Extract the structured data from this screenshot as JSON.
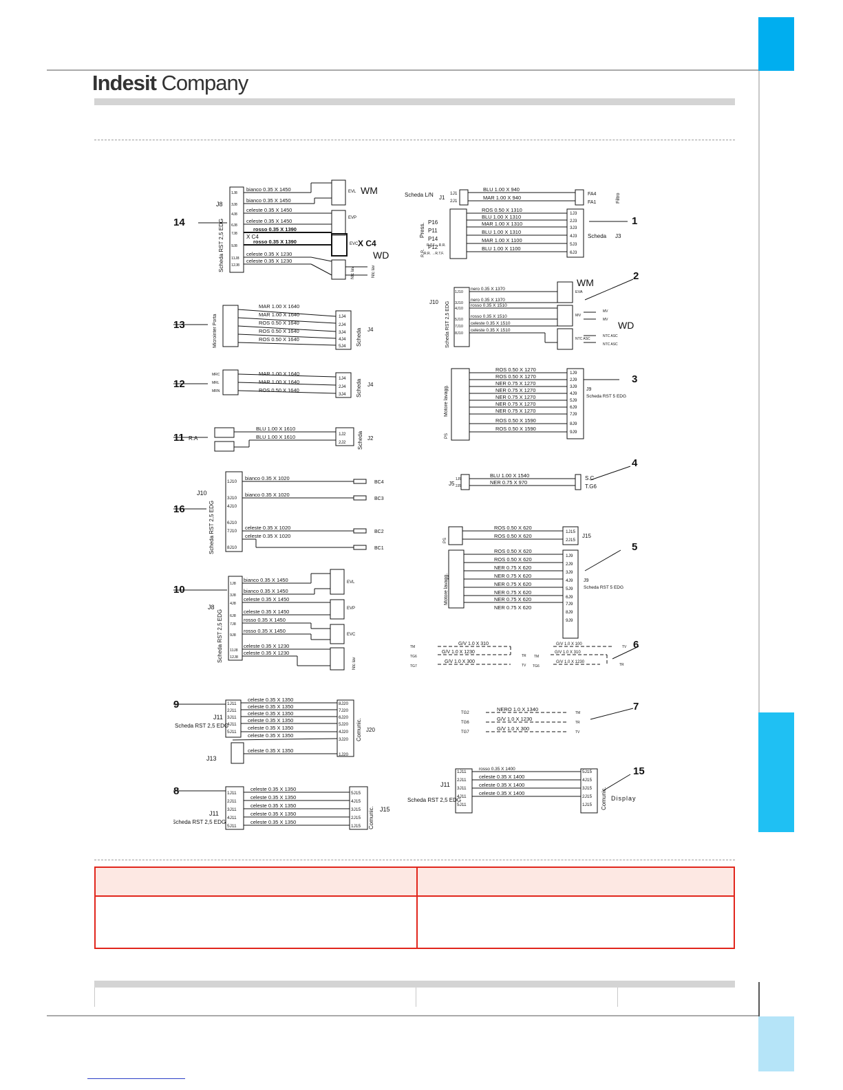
{
  "header": {
    "brand_bold": "Indesit",
    "brand_light": "Company"
  },
  "d14": {
    "num": "14",
    "j": "J8",
    "card": "Scheda RST 2,5 EDG",
    "pins": [
      "1J8",
      "3J8",
      "4J8",
      "6J8",
      "7J8",
      "9J8",
      "11J8",
      "12J8"
    ],
    "wires": [
      "bianco 0.35 X 1450",
      "bianco 0.35 X 1450",
      "celeste 0.35 X 1450",
      "celeste 0.35 X 1450",
      "rosso 0.35 X 1390",
      "rosso 0.35 X 1390",
      "celeste 0.35 X 1230",
      "celeste 0.35 X 1230"
    ],
    "blocks": [
      "EVL",
      "EVP",
      "EVC",
      "Ntc lav"
    ],
    "wm": "WM",
    "wd": "WD",
    "xc4": "X C4",
    "xc4b": "X C4",
    "ntc2": "Ntc lav"
  },
  "d13": {
    "num": "13",
    "src": "Microinter Porta",
    "card": "Scheda",
    "j": "J4",
    "pins": [
      "1J4",
      "2J4",
      "3J4",
      "4J4",
      "5J4"
    ],
    "wires": [
      "MAR 1.00 X 1640",
      "MAR 1.00 X 1640",
      "ROS 0.50 X 1640",
      "ROS 0.50 X 1640",
      "ROS 0.50 X 1640"
    ]
  },
  "d12": {
    "num": "12",
    "src": [
      "MRC",
      "MRL",
      "MRN"
    ],
    "card": "Scheda",
    "j": "J4",
    "pins": [
      "1J4",
      "2J4",
      "3J4"
    ],
    "wires": [
      "MAR 1.00 X 1640",
      "MAR 1.00 X 1640",
      "ROS 0.50 X 1640"
    ]
  },
  "d11": {
    "num": "11",
    "src": "R.A",
    "card": "Scheda",
    "j": "J2",
    "pins": [
      "1J2",
      "2J2"
    ],
    "wires": [
      "BLU 1.00 X 1610",
      "BLU 1.00 X 1610"
    ]
  },
  "d16": {
    "num": "16",
    "j": "J10",
    "card": "Scheda RST 2,5 EDG",
    "pins": [
      "1J10",
      "3J10",
      "4J10",
      "6J10",
      "7J10",
      "8J10"
    ],
    "wires": [
      "bianco 0.35 X 1020",
      "bianco 0.35 X 1020",
      "celeste 0.35 X 1020",
      "celeste 0.35 X 1020"
    ],
    "ends": [
      "BC4",
      "BC3",
      "BC2",
      "BC1"
    ]
  },
  "d10": {
    "num": "10",
    "j": "J8",
    "card": "Scheda RST 2,5 EDG",
    "pins": [
      "1J8",
      "3J8",
      "4J8",
      "6J8",
      "7J8",
      "9J8",
      "11J8",
      "12J8"
    ],
    "wires": [
      "bianco 0.35 X 1450",
      "bianco 0.35 X 1450",
      "celeste 0.35 X 1450",
      "celeste 0.35 X 1450",
      "rosso 0.35 X 1450",
      "rosso 0.35 X 1450",
      "celeste 0.35 X 1230",
      "celeste 0.35 X 1230"
    ],
    "blocks": [
      "EVL",
      "EVP",
      "EVC",
      "Ntc lav"
    ]
  },
  "d9": {
    "num": "9",
    "j": "J11",
    "card": "Scheda RST 2,5 EDG",
    "j2": "J13",
    "dest": "Comunic.",
    "jd": "J20",
    "pins": [
      "1J11",
      "2J11",
      "3J11",
      "4J11",
      "5J11"
    ],
    "wires": [
      "celeste 0.35 X 1350",
      "celeste 0.35 X 1350",
      "celeste 0.35 X 1350",
      "celeste 0.35 X 1350",
      "celeste 0.35 X 1350",
      "celeste 0.35 X 1350",
      "celeste 0.35 X 1350"
    ],
    "dpins": [
      "8J20",
      "7J20",
      "6J20",
      "5J20",
      "4J20",
      "3J20",
      "1J20"
    ]
  },
  "d8": {
    "num": "8",
    "j": "J11",
    "card": "Scheda RST 2,5 EDG",
    "dest": "Comunic.",
    "jd": "J15",
    "pins": [
      "1J11",
      "2J11",
      "3J11",
      "4J11",
      "5J11"
    ],
    "wires": [
      "celeste 0.35 X 1350",
      "celeste 0.35 X 1350",
      "celeste 0.35 X 1350",
      "celeste 0.35 X 1350",
      "celeste 0.35 X 1350"
    ],
    "dpins": [
      "5J15",
      "4J15",
      "3J15",
      "2J15",
      "1J15"
    ]
  },
  "d1": {
    "num": "1",
    "card": "Scheda L/N",
    "j1": "J1",
    "jpins": [
      "1J1",
      "2J1"
    ],
    "fwires": [
      "BLU 1.00 X 940",
      "MAR 1.00 X 940"
    ],
    "fends": [
      "FA4",
      "FA1"
    ],
    "filtro": "Filtro",
    "press": "Press.",
    "rr": "R.R.",
    "srcs": [
      "P16",
      "P11",
      "P14",
      "P12",
      "R.T.F.→R.R.",
      "R.R. →R.T.F."
    ],
    "wires": [
      "ROS 0.50 X 1310",
      "BLU 1.00 X 1310",
      "MAR 1.00 X 1310",
      "BLU 1.00 X 1310",
      "MAR 1.00 X 1100",
      "BLU 1.00 X 1100"
    ],
    "pins": [
      "1J3",
      "2J3",
      "3J3",
      "4J3",
      "5J3",
      "6J3"
    ],
    "dest": "Scheda",
    "jd": "J3"
  },
  "d2": {
    "num": "2",
    "j": "J10",
    "card": "Scheda RST 2,5 EDG",
    "pins": [
      "1J10",
      "3J10",
      "4J10",
      "5J10",
      "7J10",
      "8J10"
    ],
    "wires": [
      "nero 0.35 X 1370",
      "nero 0.35 X 1370",
      "rosso 0.35 X 1510",
      "rosso 0.35 X 1510",
      "celeste 0.35 X 1510",
      "celeste 0.35 X 1510"
    ],
    "blocks": [
      "EVA",
      "MV",
      "NTC ASC"
    ],
    "wm": "WM",
    "wd": "WD",
    "ext": [
      "MV",
      "MV",
      "NTC ASC",
      "NTC ASC"
    ]
  },
  "d3": {
    "num": "3",
    "src1": "Motore lavagg.",
    "src2": "PS",
    "card": "Scheda RST 5 EDG",
    "j": "J9",
    "wires": [
      "ROS 0.50 X 1270",
      "ROS 0.50 X 1270",
      "NER 0.75 X 1270",
      "NER 0.75 X 1270",
      "NER 0.75 X 1270",
      "NER 0.75 X 1270",
      "NER 0.75 X 1270",
      "ROS 0.50 X 1590",
      "ROS 0.50 X 1590"
    ],
    "pins": [
      "1J9",
      "2J9",
      "3J9",
      "4J9",
      "5J9",
      "6J9",
      "7J9",
      "8J9",
      "9J9"
    ]
  },
  "d4": {
    "num": "4",
    "j": "J5",
    "jpins": [
      "1J5",
      "2J5"
    ],
    "wires": [
      "BLU 1.00 X 1540",
      "NER 0.75 X 970"
    ],
    "ends": [
      "S.C",
      "T.G6"
    ]
  },
  "d5": {
    "num": "5",
    "src1": "PS",
    "src2": "Motore lavagg.",
    "j15": "J15",
    "card": "Scheda RST 5 EDG",
    "j": "J9",
    "wires15": [
      "ROS 0.50 X 620",
      "ROS 0.50 X 620"
    ],
    "pins15": [
      "1J15",
      "2J15"
    ],
    "wires": [
      "ROS 0.50 X 620",
      "ROS 0.50 X 620",
      "NER 0.75 X 620",
      "NER 0.75 X 620",
      "NER 0.75 X 620",
      "NER 0.75 X 620",
      "NER 0.75 X 620",
      "NER 0.75 X 620"
    ],
    "pins": [
      "1J9",
      "2J9",
      "3J9",
      "4J9",
      "5J9",
      "6J9",
      "7J9",
      "8J9",
      "9J9"
    ]
  },
  "d6": {
    "num": "6",
    "left": [
      "TM",
      "TG6",
      "TG7"
    ],
    "wires": [
      "G/V 1.0 X 310",
      "G/V 1.0 X 1230",
      "G/V 1.0 X 300"
    ],
    "lends": [
      "TR",
      "TV"
    ],
    "right": [
      "TM",
      "TG6"
    ],
    "rwires": [
      "G/V 1.0 X 100",
      "G/V 1.0 X 310",
      "G/V 1.0 X 1230"
    ],
    "rends": [
      "TV",
      "TR"
    ]
  },
  "d7": {
    "num": "7",
    "srcs": [
      "TG2",
      "TG6",
      "TG7"
    ],
    "wires": [
      "NERO 1.0 X 1340",
      "G/V 1.0 X 1230",
      "G/V 1.0 X 300"
    ],
    "ends": [
      "TM",
      "TR",
      "TV"
    ]
  },
  "d15": {
    "num": "15",
    "j": "J11",
    "card": "Scheda RST 2,5 EDG",
    "dest": "Comunic.",
    "disp": "Display",
    "pins": [
      "1J11",
      "2J11",
      "3J11",
      "4J11",
      "5J11"
    ],
    "wires": [
      "rosso 0.35 X 1400",
      "celeste 0.35 X 1400",
      "celeste 0.35 X 1400",
      "celeste 0.35 X 1400"
    ],
    "dpins": [
      "5J15",
      "4J15",
      "3J15",
      "2J15",
      "1J15"
    ]
  },
  "colors": {
    "tab_top": "#00aeef",
    "tab_mid": "#1fc0f3",
    "tab_bot": "#b5e4f8",
    "table_border": "#e1251b",
    "table_header": "#fde8e3"
  }
}
